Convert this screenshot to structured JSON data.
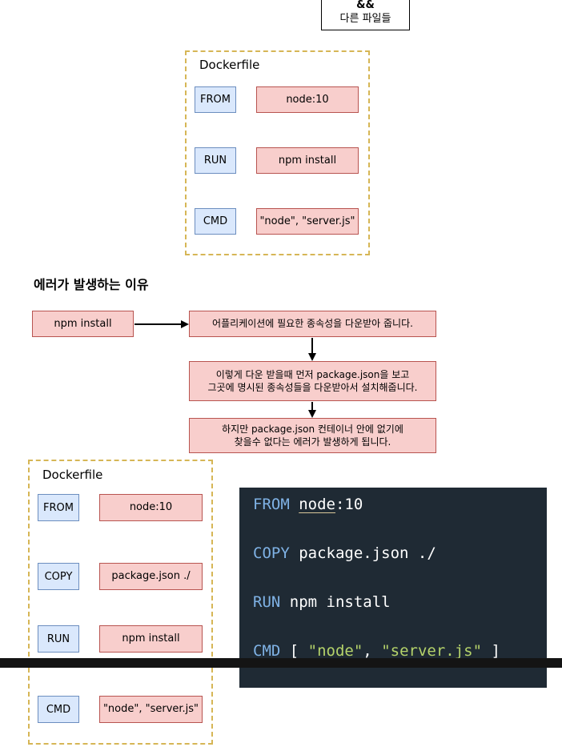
{
  "top_note": {
    "line1": "&&",
    "line2": "다른 파일들"
  },
  "dockerfile_1": {
    "title": "Dockerfile",
    "rows": [
      {
        "instruction": "FROM",
        "value": "node:10"
      },
      {
        "instruction": "RUN",
        "value": "npm install"
      },
      {
        "instruction": "CMD",
        "value": "\"node\", \"server.js\""
      }
    ]
  },
  "error_section": {
    "heading": "에러가 발생하는 이유",
    "start_box": "npm install",
    "step1": "어플리케이션에 필요한 종속성을 다운받아 줍니다.",
    "step2_line1": "이렇게 다운 받을때 먼저 package.json을 보고",
    "step2_line2": "그곳에 명시된 종속성들을 다운받아서 설치해줍니다.",
    "step3_line1": "하지만 package.json 컨테이너 안에 없기에",
    "step3_line2": "찾을수 없다는 에러가 발생하게 됩니다."
  },
  "dockerfile_2": {
    "title": "Dockerfile",
    "rows": [
      {
        "instruction": "FROM",
        "value": "node:10"
      },
      {
        "instruction": "COPY",
        "value": "package.json ./"
      },
      {
        "instruction": "RUN",
        "value": "npm install"
      },
      {
        "instruction": "CMD",
        "value": "\"node\", \"server.js\""
      }
    ]
  },
  "code_panel": {
    "line1": {
      "keyword": "FROM",
      "image": "node",
      "rest": ":10"
    },
    "line2": {
      "keyword": "COPY",
      "rest": " package.json ./"
    },
    "line3": {
      "keyword": "RUN",
      "rest": " npm install"
    },
    "line4": {
      "keyword": "CMD",
      "open": " [ ",
      "arg1": "\"node\"",
      "sep": ", ",
      "arg2": "\"server.js\"",
      "close": " ]"
    }
  },
  "colors": {
    "frame_border": "#d6b656",
    "instruction_fill": "#dae8fc",
    "value_fill": "#f8cecc",
    "code_background": "#1f2a34",
    "code_keyword": "#7fb2e5",
    "code_string": "#b5d36a"
  }
}
